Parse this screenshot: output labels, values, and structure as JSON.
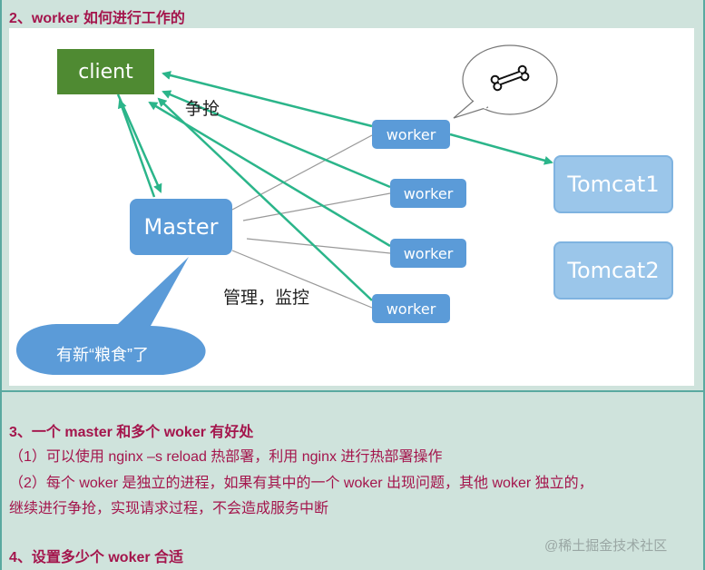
{
  "section2": {
    "heading": "2、worker 如何进行工作的"
  },
  "diagram": {
    "client_label": "client",
    "master_label": "Master",
    "workers": [
      "worker",
      "worker",
      "worker",
      "worker"
    ],
    "tomcats": [
      "Tomcat1",
      "Tomcat2"
    ],
    "grab_label": "争抢",
    "manage_label": "管理，监控",
    "bubble_text": "有新“粮食”了",
    "colors": {
      "client": "#4f8a32",
      "node": "#5b9bd8",
      "tomcat": "#9bc6ea",
      "arrow": "#2bb58a"
    },
    "bone_icon": "bone-icon"
  },
  "section3": {
    "heading": "3、一个 master 和多个 woker 有好处",
    "line1": "（1）可以使用 nginx –s reload  热部署，利用 nginx 进行热部署操作",
    "line2": "（2）每个 woker 是独立的进程，如果有其中的一个 woker 出现问题，其他 woker 独立的，",
    "line3": "继续进行争抢，实现请求过程，不会造成服务中断"
  },
  "section4": {
    "heading": "4、设置多少个 woker 合适"
  },
  "watermark": "@稀土掘金技术社区"
}
